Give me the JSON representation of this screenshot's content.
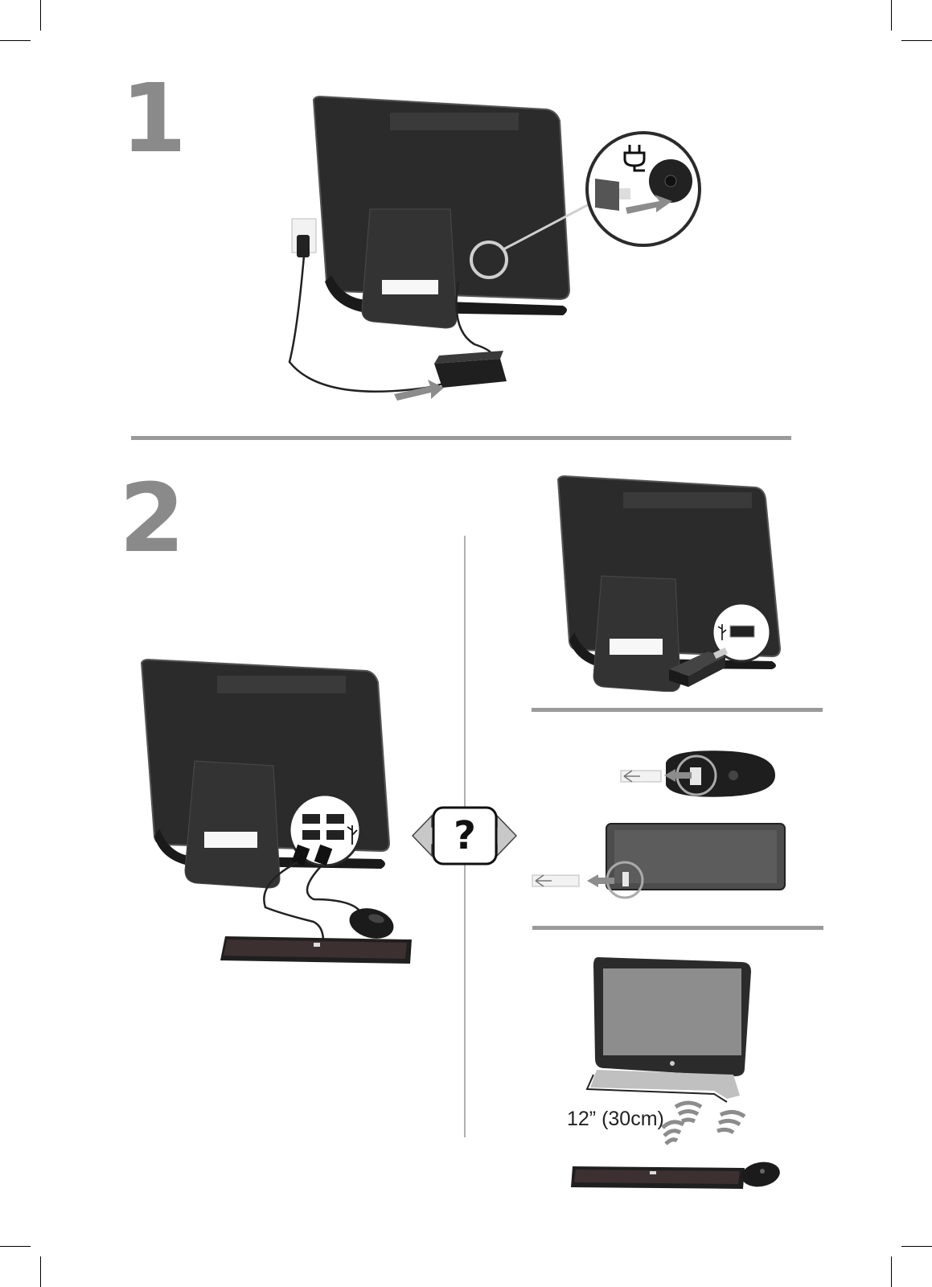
{
  "steps": {
    "step1": {
      "number": "1"
    },
    "step2": {
      "number": "2"
    }
  },
  "options": {
    "choice_symbol": "?"
  },
  "wireless": {
    "distance_label": "12” (30cm)"
  },
  "icons": {
    "power": "power-plug-icon",
    "usb": "usb-icon",
    "wireless": "wireless-signal-icon"
  },
  "colors": {
    "computer_body": "#2b2b2b",
    "divider": "#9a9a9a",
    "step_number": "#8a8a8a",
    "arrow": "#8c8c8c"
  }
}
